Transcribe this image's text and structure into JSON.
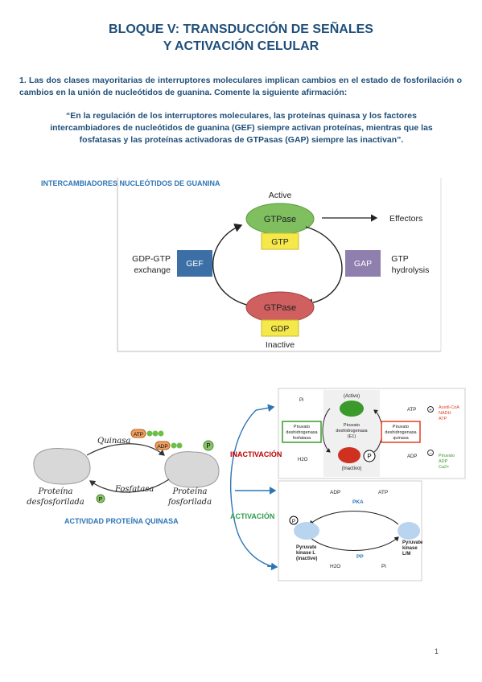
{
  "header": {
    "title_line1": "BLOQUE V: TRANSDUCCIÓN DE SEÑALES",
    "title_line2": "Y ACTIVACIÓN CELULAR"
  },
  "question": {
    "text": "1. Las dos clases mayoritarias de interruptores moleculares implican cambios en el estado de fosforilación o cambios en la unión de nucleótidos de guanina. Comente la siguiente afirmación:",
    "quote": "“En la regulación de los interruptores moleculares, las proteínas quinasa y los factores intercambiadores de nucleótidos de guanina (GEF) siempre activan proteínas, mientras que las fosfatasas y las proteínas activadoras de GTPasas (GAP) siempre las inactivan”."
  },
  "gtpase_figure": {
    "section_label": "INTERCAMBIADORES NUCLEÓTIDOS DE GUANINA",
    "active": "Active",
    "inactive": "Inactive",
    "gtpase": "GTPase",
    "gtp": "GTP",
    "gdp": "GDP",
    "effectors": "Effectors",
    "gef": "GEF",
    "gap": "GAP",
    "exchange_line1": "GDP-GTP",
    "exchange_line2": "exchange",
    "hydrolysis_line1": "GTP",
    "hydrolysis_line2": "hydrolysis",
    "colors": {
      "gef": "#3b6fa6",
      "gap": "#8e7fae",
      "active": "#7fbf5f",
      "inactive": "#d06060",
      "nucleotide": "#f5e84a"
    }
  },
  "kinase_figure": {
    "section_label": "ACTIVIDAD PROTEÍNA QUINASA",
    "quinasa": "Quinasa",
    "fosfatasa": "Fosfatasa",
    "atp": "ATP",
    "adp": "ADP",
    "p": "P",
    "left_line1": "Proteína",
    "left_line2": "desfosforilada",
    "right_line1": "Proteína",
    "right_line2": "fosforilada"
  },
  "regulation_figure": {
    "inactivacion": "INACTIVACIÓN",
    "activacion": "ACTIVACIÓN",
    "pdh": {
      "activo": "(Activo)",
      "inactivo": "(Inactivo)",
      "pi": "Pi",
      "h2o": "H2O",
      "atp": "ATP",
      "adp": "ADP",
      "phosphatase_line1": "Piruvato",
      "phosphatase_line2": "deshidrogenasa",
      "phosphatase_line3": "fosfatasa",
      "center_line1": "Piruvato",
      "center_line2": "deshidrogenasa",
      "center_line3": "(E1)",
      "kinase_line1": "Piruvato",
      "kinase_line2": "deshidrogenasa",
      "kinase_line3": "quinasa",
      "activators": [
        "Acetil-CoA",
        "NADH",
        "ATP"
      ],
      "inhibitors": [
        "Piruvato",
        "ADP",
        "Ca2+"
      ],
      "plus": "+",
      "minus": "−",
      "p": "P"
    },
    "pk": {
      "adp": "ADP",
      "atp": "ATP",
      "pka": "PKA",
      "pp": "PP",
      "h2o": "H2O",
      "pi": "Pi",
      "p": "P",
      "left_line1": "Pyruvate",
      "left_line2": "kinase L",
      "left_line3": "(inactive)",
      "right_line1": "Pyruvate",
      "right_line2": "kinase",
      "right_line3": "L/M"
    }
  },
  "footer": {
    "page": "1"
  }
}
